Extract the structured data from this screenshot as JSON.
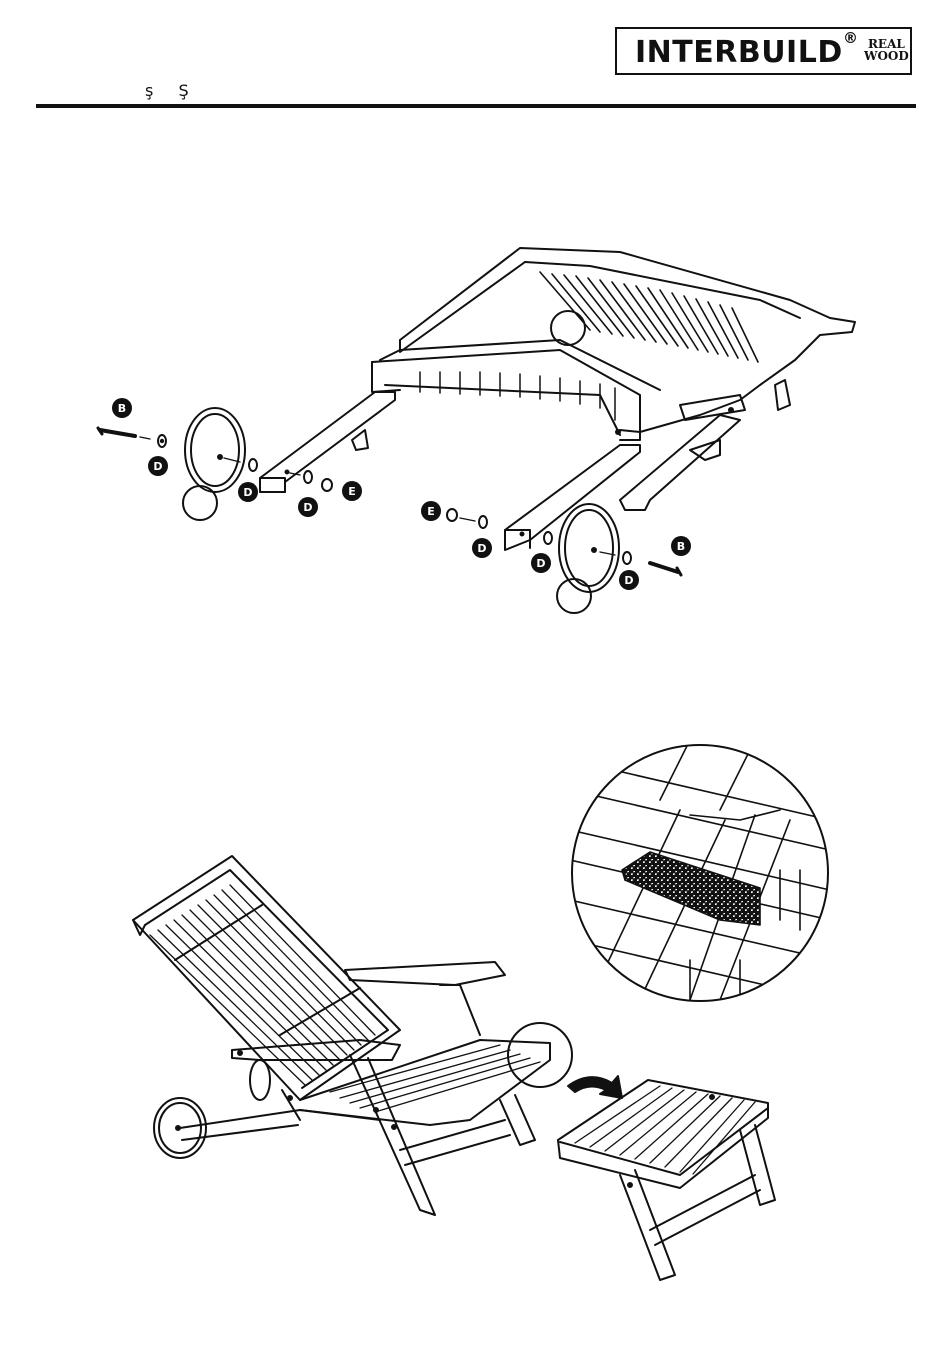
{
  "header": {
    "brand": "INTERBUILD",
    "registered_mark": "®",
    "brand_sub_line1": "REAL",
    "brand_sub_line2": "WOOD",
    "marks": [
      "ş",
      "Ş"
    ]
  },
  "figure_top": {
    "part_labels": [
      "B",
      "D",
      "D",
      "D",
      "E",
      "E",
      "D",
      "D",
      "D",
      "B"
    ]
  },
  "colors": {
    "ink": "#111111",
    "label_badge": "#111111",
    "paper": "#ffffff"
  }
}
